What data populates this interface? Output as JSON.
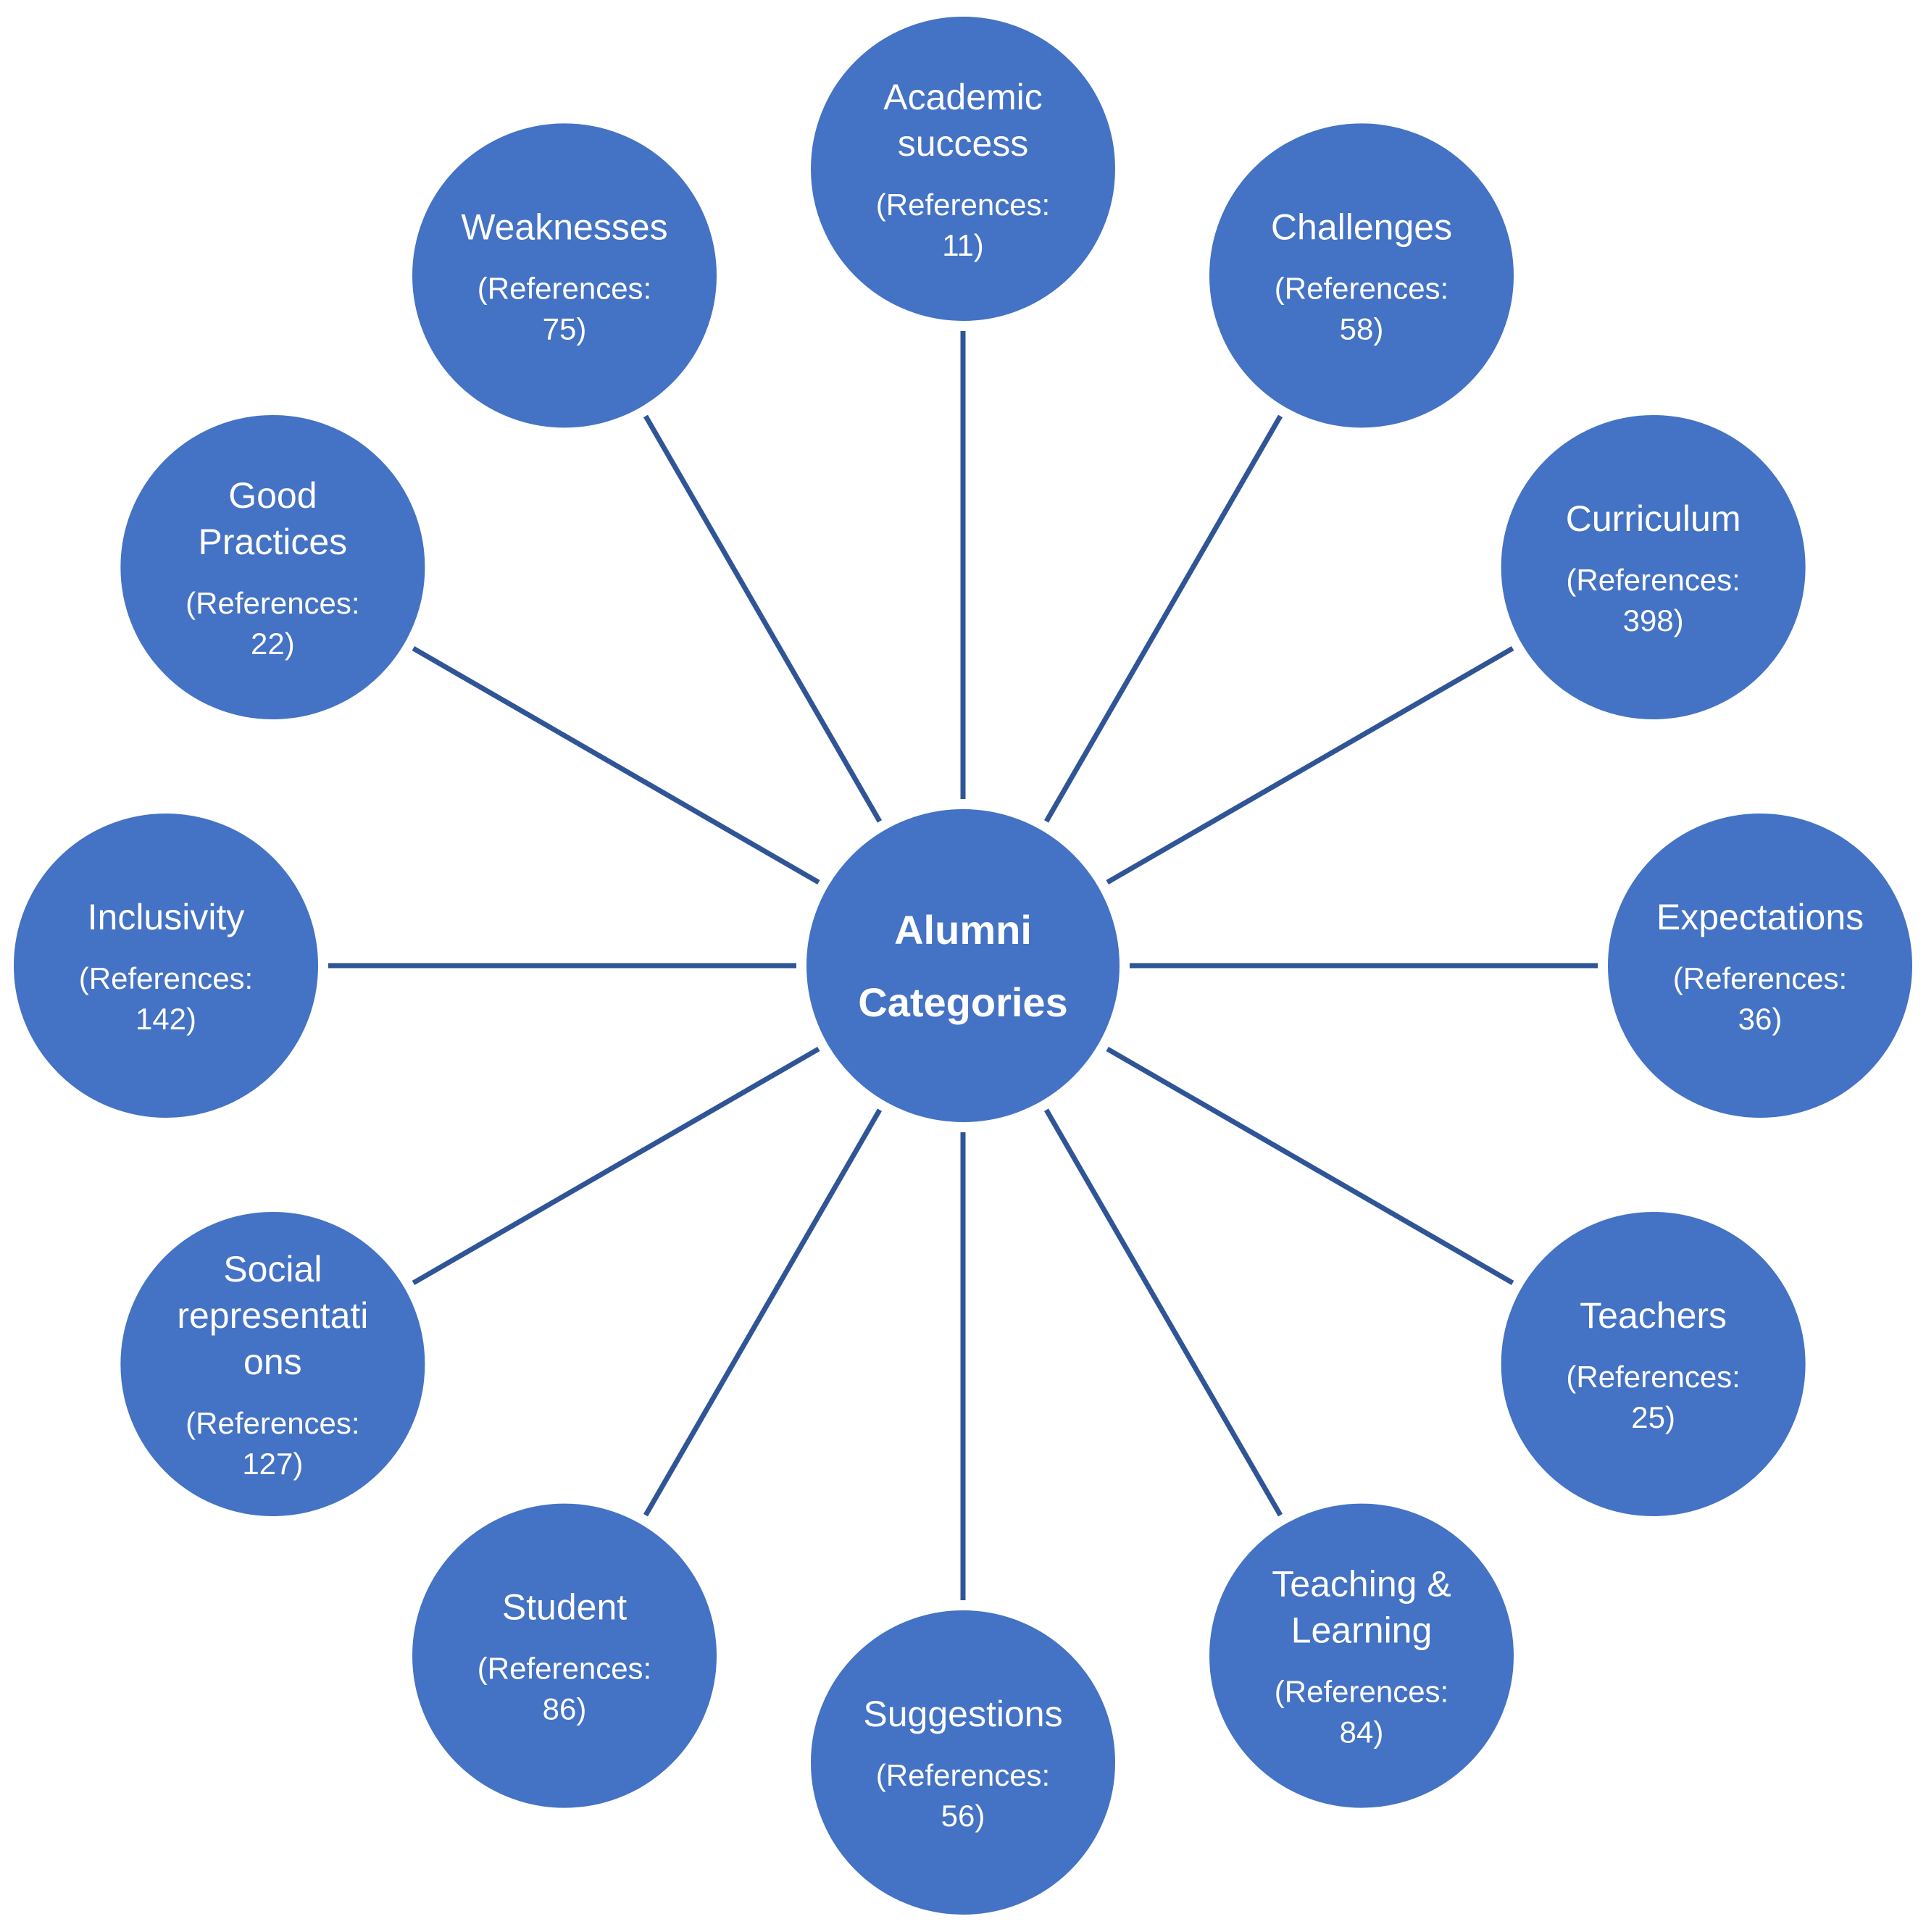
{
  "center": {
    "lines": [
      "Alumni",
      "Categories"
    ]
  },
  "categories": [
    {
      "id": "academic-success",
      "label_lines": [
        "Academic",
        "success"
      ],
      "refs_lines": [
        "(References:",
        "11)"
      ]
    },
    {
      "id": "challenges",
      "label_lines": [
        "Challenges"
      ],
      "refs_lines": [
        "(References:",
        "58)"
      ]
    },
    {
      "id": "curriculum",
      "label_lines": [
        "Curriculum"
      ],
      "refs_lines": [
        "(References:",
        "398)"
      ]
    },
    {
      "id": "expectations",
      "label_lines": [
        "Expectations"
      ],
      "refs_lines": [
        "(References:",
        "36)"
      ]
    },
    {
      "id": "teachers",
      "label_lines": [
        "Teachers"
      ],
      "refs_lines": [
        "(References:",
        "25)"
      ]
    },
    {
      "id": "teaching-learning",
      "label_lines": [
        "Teaching &",
        "Learning"
      ],
      "refs_lines": [
        "(References:",
        "84)"
      ]
    },
    {
      "id": "suggestions",
      "label_lines": [
        "Suggestions"
      ],
      "refs_lines": [
        "(References:",
        "56)"
      ]
    },
    {
      "id": "student",
      "label_lines": [
        "Student"
      ],
      "refs_lines": [
        "(References:",
        "86)"
      ]
    },
    {
      "id": "social-representations",
      "label_lines": [
        "Social",
        "representati",
        "ons"
      ],
      "refs_lines": [
        "(References:",
        "127)"
      ]
    },
    {
      "id": "inclusivity",
      "label_lines": [
        "Inclusivity"
      ],
      "refs_lines": [
        "(References:",
        "142)"
      ]
    },
    {
      "id": "good-practices",
      "label_lines": [
        "Good",
        "Practices"
      ],
      "refs_lines": [
        "(References:",
        "22)"
      ]
    },
    {
      "id": "weaknesses",
      "label_lines": [
        "Weaknesses"
      ],
      "refs_lines": [
        "(References:",
        "75)"
      ]
    }
  ],
  "colors": {
    "node_fill": "#4472C4",
    "spoke": "#2F5597",
    "text": "#ffffff"
  }
}
